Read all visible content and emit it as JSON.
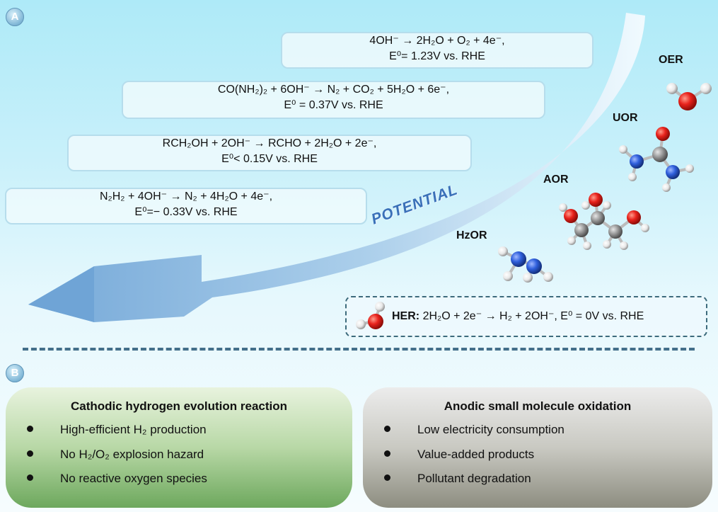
{
  "panel_a": {
    "badge": "A",
    "arrow_label": "POTENTIAL",
    "equations": [
      {
        "l1": "4OH⁻ → 2H₂O + O₂ + 4e⁻,",
        "l2": "E⁰= 1.23V vs. RHE"
      },
      {
        "l1": "CO(NH₂)₂ + 6OH⁻ → N₂ + CO₂ + 5H₂O + 6e⁻,",
        "l2": "E⁰ = 0.37V vs. RHE"
      },
      {
        "l1": "RCH₂OH + 2OH⁻ → RCHO + 2H₂O + 2e⁻,",
        "l2": "E⁰< 0.15V vs. RHE"
      },
      {
        "l1": "N₂H₂ + 4OH⁻ → N₂ + 4H₂O + 4e⁻,",
        "l2": "E⁰=− 0.33V vs. RHE"
      }
    ],
    "molecules": {
      "oer": "OER",
      "uor": "UOR",
      "aor": "AOR",
      "hzor": "HzOR"
    },
    "her": {
      "label": "HER:",
      "equation": "2H₂O + 2e⁻ → H₂ + 2OH⁻,  E⁰ = 0V vs. RHE"
    }
  },
  "panel_b": {
    "badge": "B",
    "left": {
      "title": "Cathodic hydrogen evolution reaction",
      "items": [
        "High-efficient H₂ production",
        "No H₂/O₂ explosion hazard",
        "No reactive oxygen species"
      ]
    },
    "right": {
      "title": "Anodic small molecule oxidation",
      "items": [
        "Low electricity consumption",
        "Value-added products",
        "Pollutant degradation"
      ]
    }
  },
  "colors": {
    "oxygen": "#e8221c",
    "nitrogen": "#2f5fdc",
    "carbon": "#9a9a9a",
    "hydrogen": "#f2f2f2",
    "arrow": "#7fb0dc"
  }
}
